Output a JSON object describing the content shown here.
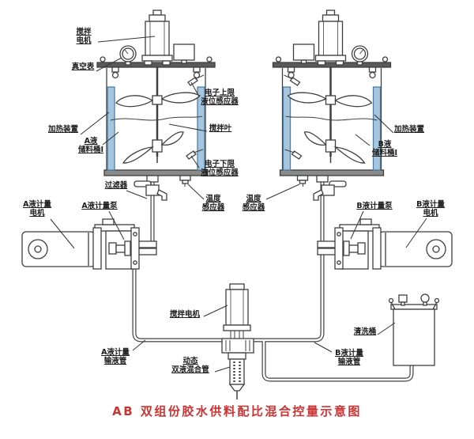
{
  "caption": "AB 双组份胶水供料配比混合控量示意图",
  "colors": {
    "line": "#3f3f3f",
    "heater_fill": "#a6c6de",
    "heater_stroke": "#4f7da3",
    "lid_fill": "#5a5a5a",
    "tank_base_fill": "#8a8a8a",
    "caption_red": "#cc3333"
  },
  "labels": {
    "stir_motor_top": "搅拌\n电机",
    "vacuum_gauge": "真空表",
    "upper_sensor": "电子上限\n液位感应器",
    "stir_blade": "搅拌叶",
    "lower_sensor": "电子下限\n液位感应器",
    "heater_left": "加热装置",
    "tank_a": "A液\n储料桶I",
    "filter": "过滤器",
    "pump_motor_a": "A液计量\n电机",
    "pump_a": "A液计量泵",
    "temp_sensor": "温度\n感应器",
    "heater_right": "加热装置",
    "tank_b": "B液\n储料桶I",
    "pump_b": "B液计量泵",
    "pump_motor_b": "B液计量\n电机",
    "stir_motor_center": "搅拌电机",
    "mixer_tube": "动态\n双液混合管",
    "pipe_a": "A液计量\n输液管",
    "pipe_b": "B液计量\n输液管",
    "clean_barrel": "清洗桶"
  }
}
